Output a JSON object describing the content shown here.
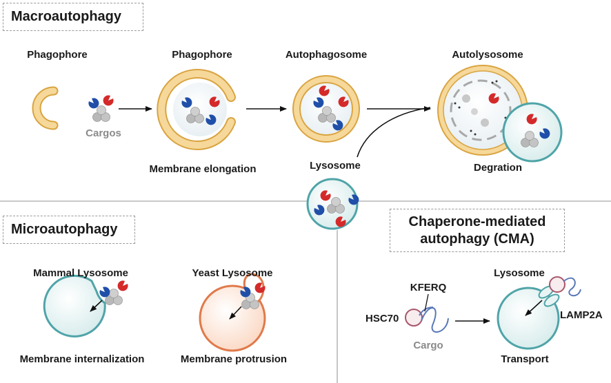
{
  "sections": {
    "macro": {
      "title": "Macroautophagy"
    },
    "micro": {
      "title": "Microautophagy"
    },
    "cma": {
      "title_line1": "Chaperone-mediated",
      "title_line2": "autophagy (CMA)"
    }
  },
  "macro_labels": {
    "phagophore_1": "Phagophore",
    "phagophore_2": "Phagophore",
    "autophagosome": "Autophagosome",
    "autolysosome": "Autolysosome",
    "cargos": "Cargos",
    "membrane_elongation": "Membrane elongation",
    "lysosome": "Lysosome",
    "degration": "Degration"
  },
  "micro_labels": {
    "mammal_lysosome": "Mammal Lysosome",
    "yeast_lysosome": "Yeast Lysosome",
    "membrane_internalization": "Membrane internalization",
    "membrane_protrusion": "Membrane protrusion"
  },
  "cma_labels": {
    "lysosome": "Lysosome",
    "kferq": "KFERQ",
    "hsc70": "HSC70",
    "cargo": "Cargo",
    "lamp2a": "LAMP2A",
    "transport": "Transport"
  },
  "colors": {
    "phagophore_fill": "#f6d89a",
    "phagophore_stroke": "#d9a441",
    "lysosome_fill": "#e8f4f4",
    "lysosome_stroke": "#4fa4a8",
    "yeast_fill": "#fde9dd",
    "yeast_stroke": "#e07a4a",
    "cargo_red": "#d42a2a",
    "cargo_blue": "#1f4fa8",
    "cargo_gray": "#b5b5b5",
    "hsc70_fill": "#f7ecee",
    "hsc70_stroke": "#a8566a",
    "chain_stroke": "#5a78b8",
    "divider": "#a8a8a8"
  }
}
